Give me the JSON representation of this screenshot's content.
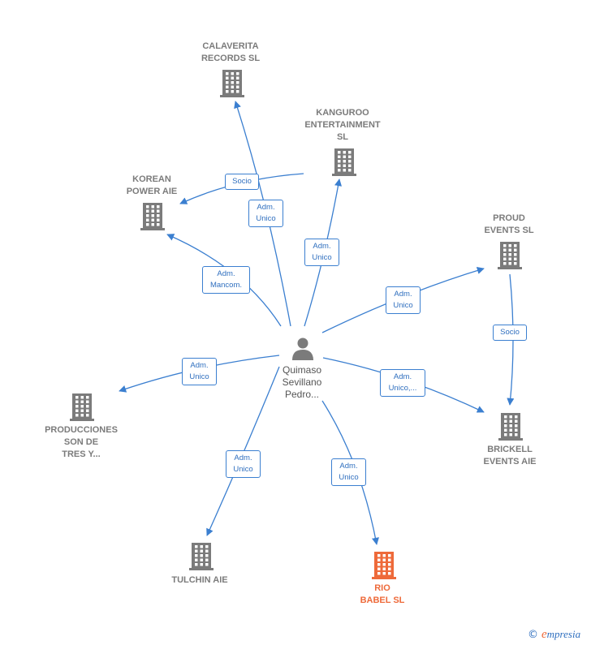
{
  "person": {
    "label": "Quimaso\nSevillano\nPedro..."
  },
  "companies": [
    {
      "id": "calaverita",
      "label": "CALAVERITA\nRECORDS  SL",
      "color": "#7b7b7b"
    },
    {
      "id": "kanguroo",
      "label": "KANGUROO\nENTERTAINMENT\nSL",
      "color": "#7b7b7b"
    },
    {
      "id": "korean",
      "label": "KOREAN\nPOWER  AIE",
      "color": "#7b7b7b"
    },
    {
      "id": "proud",
      "label": "PROUD\nEVENTS SL",
      "color": "#7b7b7b"
    },
    {
      "id": "producciones",
      "label": "PRODUCCIONES\nSON DE\nTRES Y...",
      "color": "#7b7b7b"
    },
    {
      "id": "brickell",
      "label": "BRICKELL\nEVENTS AIE",
      "color": "#7b7b7b"
    },
    {
      "id": "tulchin",
      "label": "TULCHIN AIE",
      "color": "#7b7b7b"
    },
    {
      "id": "riobabel",
      "label": "RIO\nBABEL  SL",
      "color": "#ee6a3a"
    }
  ],
  "edges": [
    {
      "label": "Adm.\nUnico"
    },
    {
      "label": "Socio"
    },
    {
      "label": "Adm.\nUnico"
    },
    {
      "label": "Adm.\nMancom."
    },
    {
      "label": "Adm.\nUnico"
    },
    {
      "label": "Socio"
    },
    {
      "label": "Adm.\nUnico"
    },
    {
      "label": "Adm.\nUnico,..."
    },
    {
      "label": "Adm.\nUnico"
    },
    {
      "label": "Adm.\nUnico"
    }
  ],
  "footer": {
    "copyright": "©",
    "brand_initial": "e",
    "brand_rest": "mpresia"
  },
  "colors": {
    "edge": "#3b7fd0",
    "building": "#7b7b7b",
    "highlight": "#ee6a3a"
  }
}
